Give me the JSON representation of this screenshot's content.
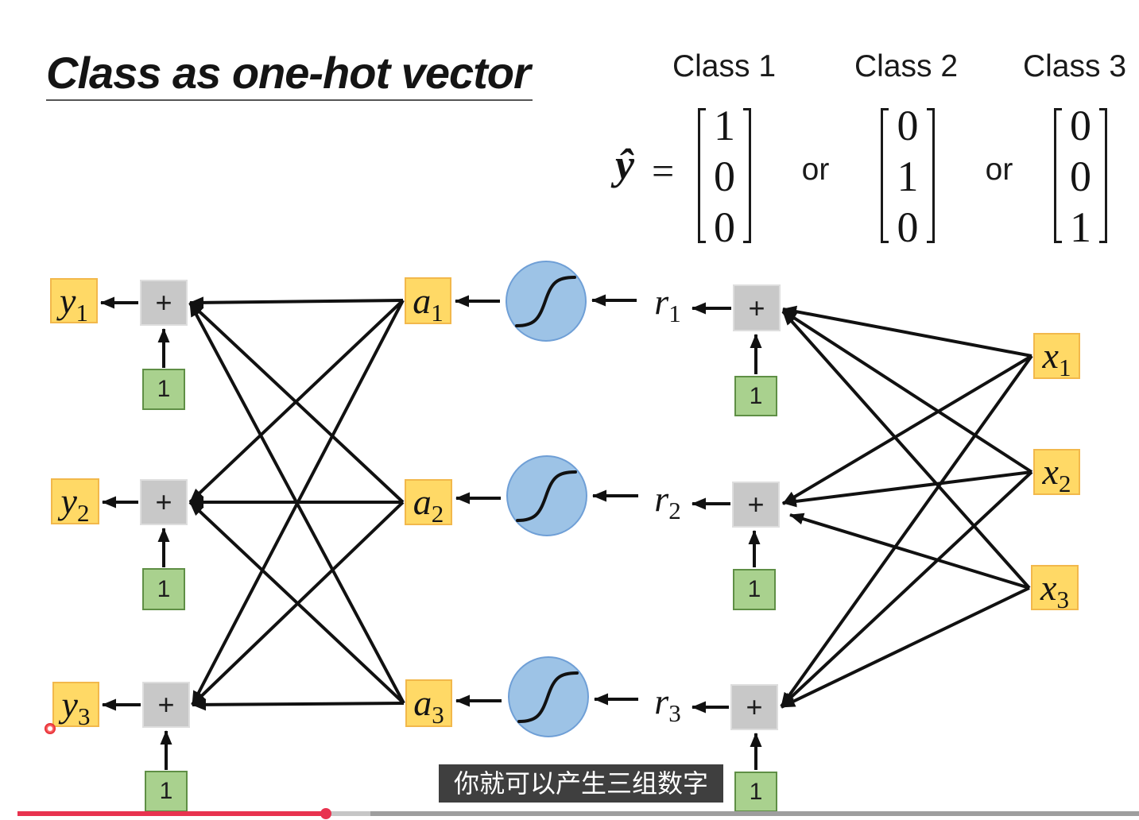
{
  "slide": {
    "title": "Class as one-hot vector",
    "class_labels": [
      "Class 1",
      "Class 2",
      "Class 3"
    ],
    "target_symbol": "ŷ",
    "equals": "=",
    "separator": "or",
    "one_hot_vectors": [
      [
        "1",
        "0",
        "0"
      ],
      [
        "0",
        "1",
        "0"
      ],
      [
        "0",
        "0",
        "1"
      ]
    ]
  },
  "network": {
    "outputs": [
      {
        "var": "y",
        "sub": "1"
      },
      {
        "var": "y",
        "sub": "2"
      },
      {
        "var": "y",
        "sub": "3"
      }
    ],
    "sum_symbol": "+",
    "bias_value": "1",
    "activations": [
      {
        "var": "a",
        "sub": "1"
      },
      {
        "var": "a",
        "sub": "2"
      },
      {
        "var": "a",
        "sub": "3"
      }
    ],
    "activation_icon": "sigmoid-curve-icon",
    "pre_activations": [
      {
        "var": "r",
        "sub": "1"
      },
      {
        "var": "r",
        "sub": "2"
      },
      {
        "var": "r",
        "sub": "3"
      }
    ],
    "inputs": [
      {
        "var": "x",
        "sub": "1"
      },
      {
        "var": "x",
        "sub": "2"
      },
      {
        "var": "x",
        "sub": "3"
      }
    ]
  },
  "player": {
    "subtitle": "你就可以产生三组数字",
    "progress": {
      "played": 0.275,
      "buffered": 0.315
    }
  },
  "colors": {
    "node_yellow": "#ffd966",
    "node_yellow_border": "#f2b84b",
    "sum_grey": "#c8c8c8",
    "bias_green": "#a9d18e",
    "bias_green_border": "#5f8f45",
    "sigmoid_blue": "#9dc3e6",
    "sigmoid_border": "#6f9fd6",
    "progress_played": "#e8334f",
    "progress_buffered": "#c6c6c6",
    "progress_track": "#9e9e9e"
  }
}
